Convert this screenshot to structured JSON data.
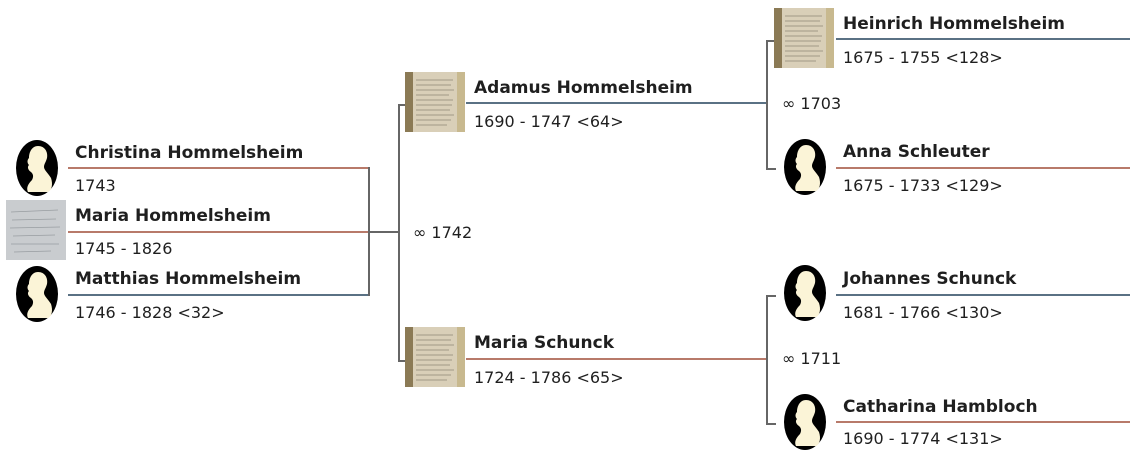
{
  "children": [
    {
      "name": "Christina Hommelsheim",
      "dates": "1743",
      "icon": "female-silhouette-icon"
    },
    {
      "name": "Maria Hommelsheim",
      "dates": "1745 - 1826",
      "icon": "document-photo-icon"
    },
    {
      "name": "Matthias Hommelsheim",
      "dates": "1746 - 1828 <32>",
      "icon": "female-silhouette-icon"
    }
  ],
  "parents": {
    "father": {
      "name": "Adamus Hommelsheim",
      "dates": "1690 - 1747 <64>",
      "icon": "document-photo-icon"
    },
    "mother": {
      "name": "Maria Schunck",
      "dates": "1724 - 1786 <65>",
      "icon": "document-photo-icon"
    },
    "marriage": "∞ 1742"
  },
  "grandparents_paternal": {
    "father": {
      "name": "Heinrich Hommelsheim",
      "dates": "1675 - 1755 <128>",
      "icon": "document-photo-icon"
    },
    "mother": {
      "name": "Anna Schleuter",
      "dates": "1675 - 1733 <129>",
      "icon": "female-silhouette-icon"
    },
    "marriage": "∞ 1703"
  },
  "grandparents_maternal": {
    "father": {
      "name": "Johannes Schunck",
      "dates": "1681 - 1766 <130>",
      "icon": "female-silhouette-icon"
    },
    "mother": {
      "name": "Catharina Hambloch",
      "dates": "1690 - 1774 <131>",
      "icon": "female-silhouette-icon"
    },
    "marriage": "∞ 1711"
  },
  "colors": {
    "male_line": "#5a7184",
    "female_line": "#b87a6a",
    "connector": "#666666"
  }
}
